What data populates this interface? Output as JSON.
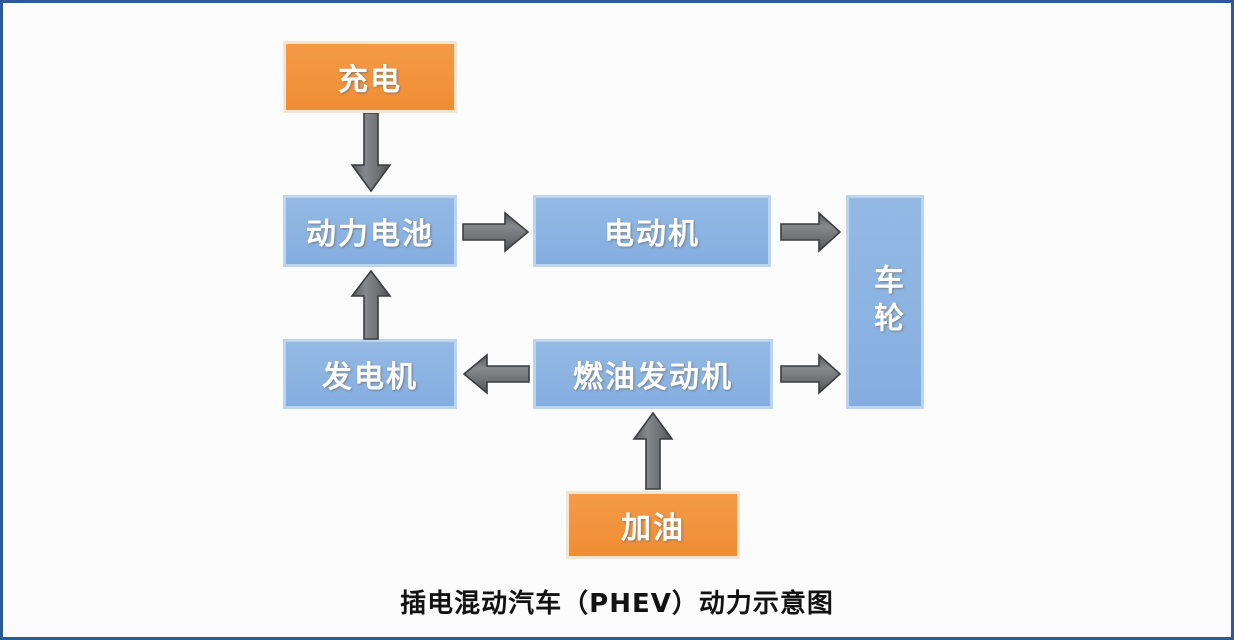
{
  "diagram": {
    "caption": "插电混动汽车（PHEV）动力示意图",
    "background_color": "#fcfcfc",
    "frame_color": "#2b5a96",
    "palette": {
      "source_node_fill": "#f2933c",
      "source_node_border": "#f6e4cf",
      "component_node_fill": "#8cb4e2",
      "component_node_border": "#bcd5ef",
      "node_text_color": "#ffffff",
      "arrow_fill": "#6f7175",
      "arrow_stroke": "#3b3d41",
      "caption_color": "#121212"
    },
    "nodes": [
      {
        "id": "charge",
        "label": "充电",
        "type": "source",
        "orientation": "horizontal"
      },
      {
        "id": "battery",
        "label": "动力电池",
        "type": "component",
        "orientation": "horizontal"
      },
      {
        "id": "motor",
        "label": "电动机",
        "type": "component",
        "orientation": "horizontal"
      },
      {
        "id": "wheel",
        "label": "车轮",
        "type": "component",
        "orientation": "vertical"
      },
      {
        "id": "generator",
        "label": "发电机",
        "type": "component",
        "orientation": "horizontal"
      },
      {
        "id": "engine",
        "label": "燃油发动机",
        "type": "component",
        "orientation": "horizontal"
      },
      {
        "id": "refuel",
        "label": "加油",
        "type": "source",
        "orientation": "horizontal"
      }
    ],
    "edges": [
      {
        "id": "charge-to-battery",
        "from": "charge",
        "to": "battery",
        "direction": "down"
      },
      {
        "id": "battery-to-motor",
        "from": "battery",
        "to": "motor",
        "direction": "right"
      },
      {
        "id": "motor-to-wheel",
        "from": "motor",
        "to": "wheel",
        "direction": "right"
      },
      {
        "id": "generator-to-battery",
        "from": "generator",
        "to": "battery",
        "direction": "up"
      },
      {
        "id": "engine-to-generator",
        "from": "engine",
        "to": "generator",
        "direction": "left"
      },
      {
        "id": "engine-to-wheel",
        "from": "engine",
        "to": "wheel",
        "direction": "right"
      },
      {
        "id": "refuel-to-engine",
        "from": "refuel",
        "to": "engine",
        "direction": "up"
      }
    ]
  }
}
